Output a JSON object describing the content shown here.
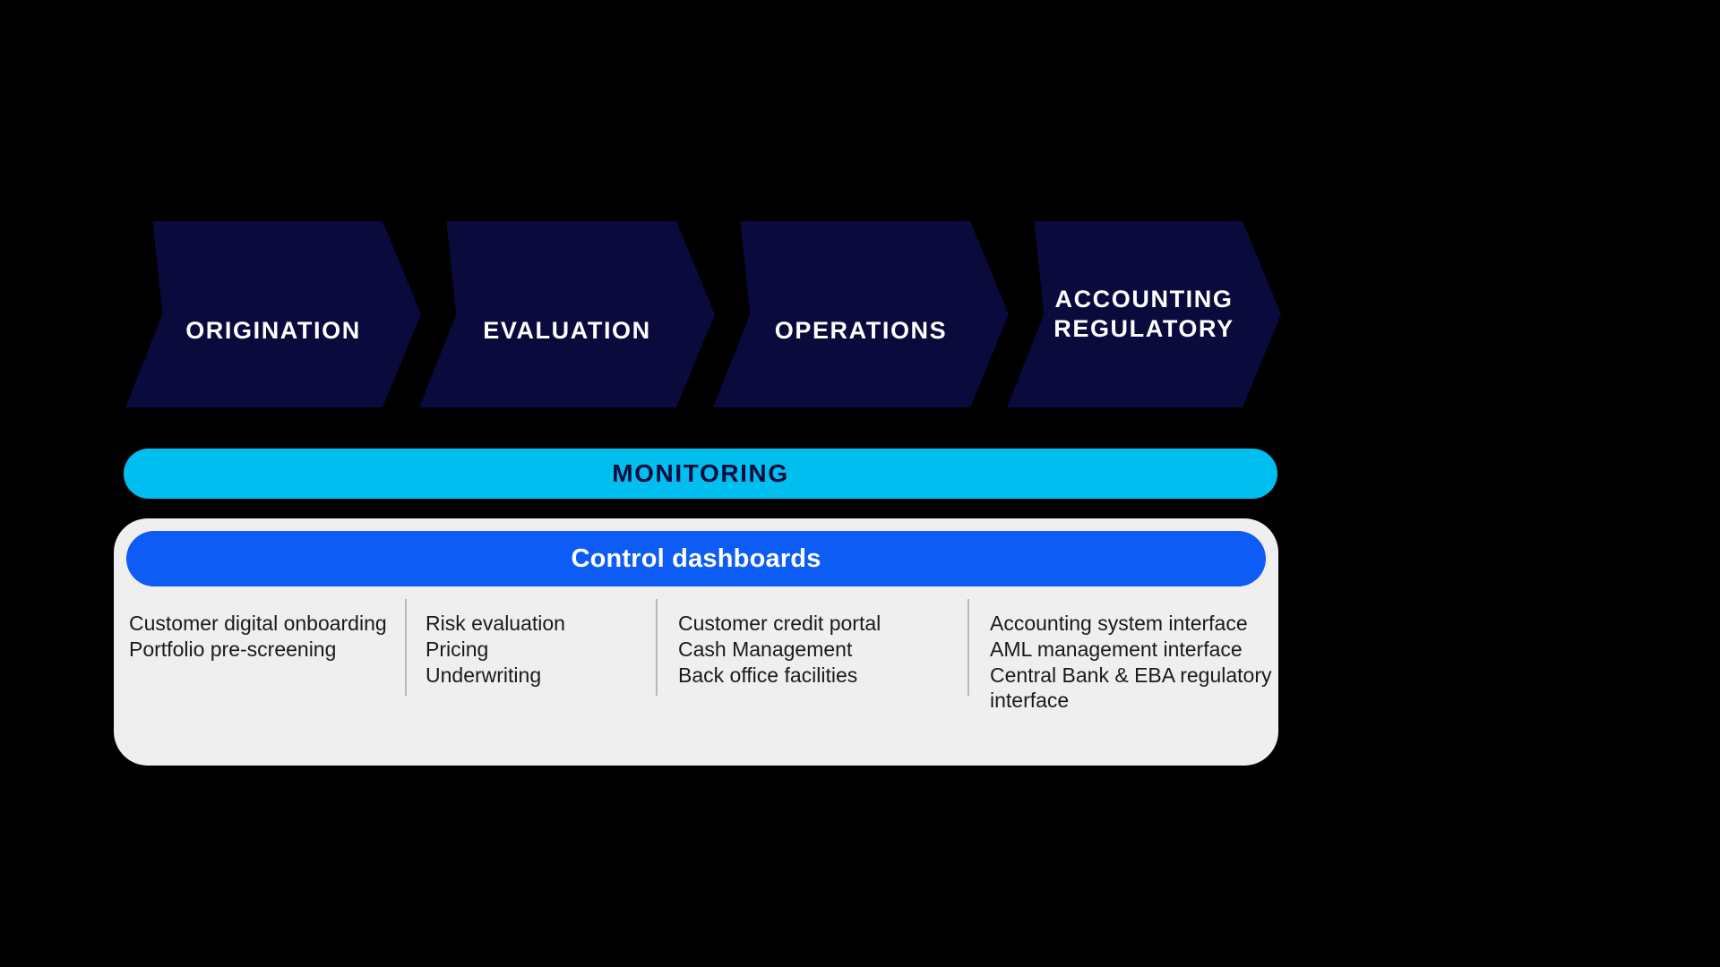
{
  "background_color": "#000000",
  "colors": {
    "chevron_fill": "#0A0A3C",
    "chevron_text": "#FFFFFF",
    "monitoring_fill": "#00BFF0",
    "monitoring_text": "#0A0A3C",
    "panel_fill": "#EFEFEF",
    "dashboard_pill_fill": "#0D5CF5",
    "dashboard_pill_text": "#FFFFFF",
    "column_text": "#1A1A1A",
    "divider": "#B9B9B9"
  },
  "stages": [
    {
      "label": "ORIGINATION"
    },
    {
      "label": "EVALUATION"
    },
    {
      "label": "OPERATIONS"
    },
    {
      "label": "ACCOUNTING\nREGULATORY"
    }
  ],
  "monitoring": {
    "label": "MONITORING"
  },
  "control_panel": {
    "title": "Control dashboards",
    "columns": [
      {
        "items": [
          "Customer digital onboarding",
          "Portfolio pre-screening"
        ]
      },
      {
        "items": [
          "Risk evaluation",
          "Pricing",
          "Underwriting"
        ]
      },
      {
        "items": [
          "Customer credit portal",
          "Cash Management",
          "Back office facilities"
        ]
      },
      {
        "items": [
          "Accounting system interface",
          "AML management interface",
          "Central Bank & EBA regulatory interface"
        ]
      }
    ]
  }
}
